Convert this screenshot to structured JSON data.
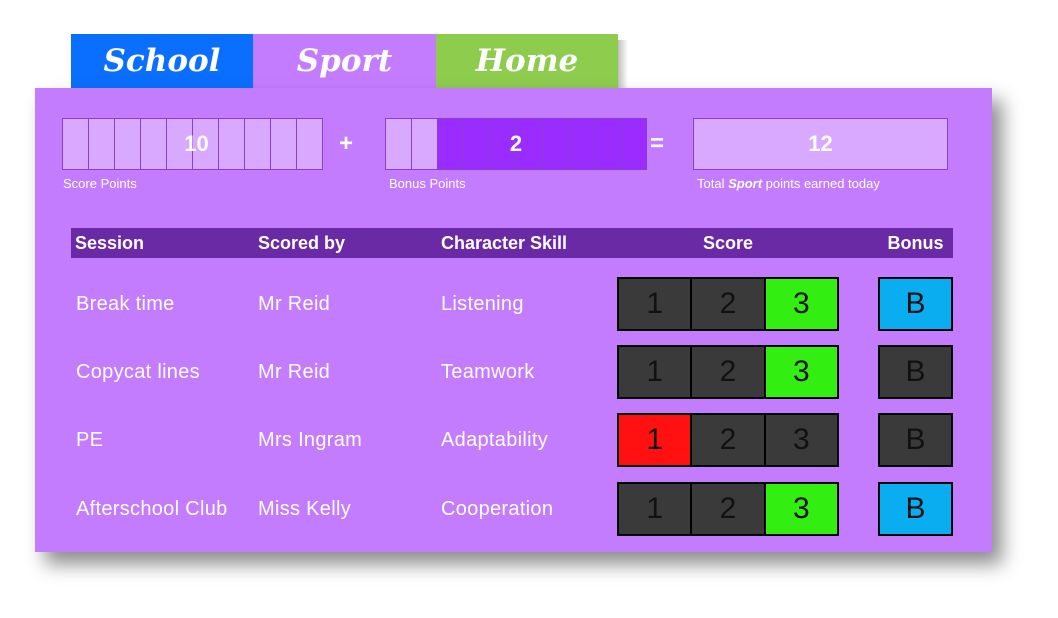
{
  "tabs": [
    {
      "label": "School"
    },
    {
      "label": "Sport"
    },
    {
      "label": "Home"
    }
  ],
  "summary": {
    "score_points": {
      "value": "10",
      "caption": "Score Points",
      "segments": 10,
      "filled": 0
    },
    "plus": "+",
    "bonus_points": {
      "value": "2",
      "caption": "Bonus Points",
      "segments": 10,
      "filled_from": 2
    },
    "equals": "=",
    "total": {
      "value": "12",
      "caption_prefix": "Total ",
      "caption_emph": "Sport",
      "caption_suffix": " points earned today"
    }
  },
  "table": {
    "headers": {
      "session": "Session",
      "scored_by": "Scored by",
      "skill": "Character Skill",
      "score": "Score",
      "bonus": "Bonus"
    },
    "rows": [
      {
        "session": "Break time",
        "scored_by": "Mr Reid",
        "skill": "Listening",
        "score": 3,
        "score_color": "green",
        "bonus_on": true
      },
      {
        "session": "Copycat lines",
        "scored_by": "Mr Reid",
        "skill": "Teamwork",
        "score": 3,
        "score_color": "green",
        "bonus_on": false
      },
      {
        "session": "PE",
        "scored_by": "Mrs Ingram",
        "skill": "Adaptability",
        "score": 1,
        "score_color": "red",
        "bonus_on": false
      },
      {
        "session": "Afterschool Club",
        "scored_by": "Miss Kelly",
        "skill": "Cooperation",
        "score": 3,
        "score_color": "green",
        "bonus_on": true
      }
    ],
    "score_labels": [
      "1",
      "2",
      "3"
    ],
    "bonus_label": "B"
  },
  "colors": {
    "school_tab": "#0a6fff",
    "sport_tab": "#c47cff",
    "home_tab": "#8ecc4e",
    "header_bar": "#6a2aa6",
    "score_green": "#33ee11",
    "score_red": "#ff1111",
    "bonus_on": "#0aaef0",
    "button_off": "#3a3a3a"
  }
}
